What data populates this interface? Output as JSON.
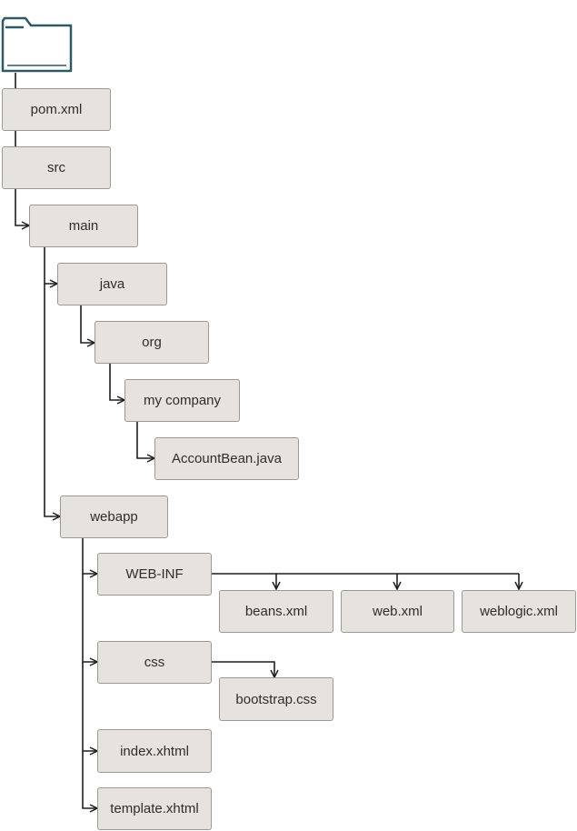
{
  "colors": {
    "node_fill": "#e6e3de",
    "node_border": "#9c9893",
    "line": "#1f1f1f",
    "folder_icon": "#2f5a62"
  },
  "root": {
    "icon": "folder-icon"
  },
  "nodes": {
    "pom_xml": "pom.xml",
    "src": "src",
    "main": "main",
    "java": "java",
    "org": "org",
    "my_company": "my company",
    "account_bean": "AccountBean.java",
    "webapp": "webapp",
    "web_inf": "WEB-INF",
    "beans_xml": "beans.xml",
    "web_xml": "web.xml",
    "weblogic_xml": "weblogic.xml",
    "css": "css",
    "bootstrap_css": "bootstrap.css",
    "index_xhtml": "index.xhtml",
    "template_xhtml": "template.xhtml"
  }
}
